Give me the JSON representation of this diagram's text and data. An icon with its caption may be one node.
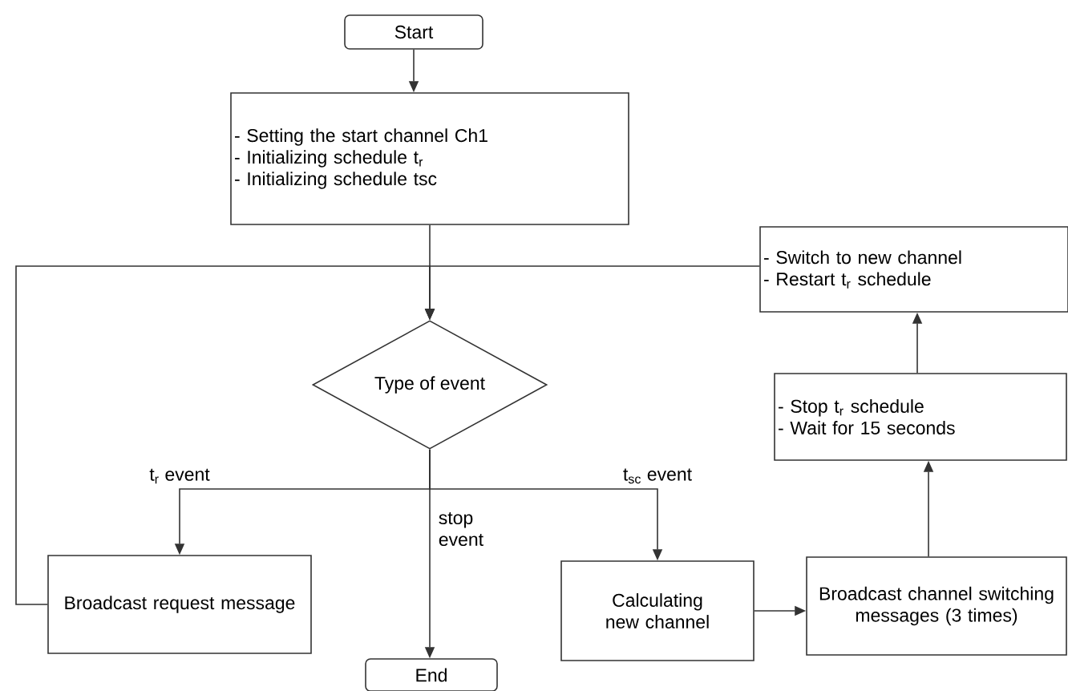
{
  "diagram": {
    "nodes": [
      {
        "text": [
          "Start"
        ]
      },
      {
        "text": [
          "- Setting the start channel Ch1",
          "- Initializing schedule  t$_{r}$",
          "- Initializing schedule tsc"
        ]
      },
      {
        "text": [
          "- Switch to new channel",
          "- Restart t$_{r}$ schedule"
        ]
      },
      {
        "text": [
          "Type of event"
        ]
      },
      {
        "text": [
          "Broadcast request message"
        ]
      },
      {
        "text": [
          "End"
        ]
      },
      {
        "text": [
          "Calculating new channel"
        ]
      },
      {
        "text": [
          "Broadcast channel switching messages (3 times)"
        ]
      },
      {
        "text": [
          "- Stop  t$_{r}$ schedule",
          "- Wait for 15 seconds"
        ]
      }
    ],
    "edges": [
      {
        "from": 0,
        "to": 1,
        "arrow": "to"
      },
      {
        "from": 1,
        "to": 3,
        "arrow": "to"
      },
      {
        "from": 4,
        "to": 3,
        "arrow": "to"
      },
      {
        "from": 2,
        "to": 3,
        "arrow": "to"
      },
      {
        "from": 3,
        "to": 4,
        "arrow": "to",
        "label": "t$_{r}$ event"
      },
      {
        "from": 3,
        "to": 5,
        "arrow": "to",
        "label": "stop event"
      },
      {
        "from": 3,
        "to": 6,
        "arrow": "to",
        "label": "t$_{sc}$ event"
      },
      {
        "from": 6,
        "to": 7,
        "arrow": "to"
      },
      {
        "from": 7,
        "to": 8,
        "arrow": "to"
      },
      {
        "from": 8,
        "to": 2,
        "arrow": "to"
      }
    ]
  }
}
